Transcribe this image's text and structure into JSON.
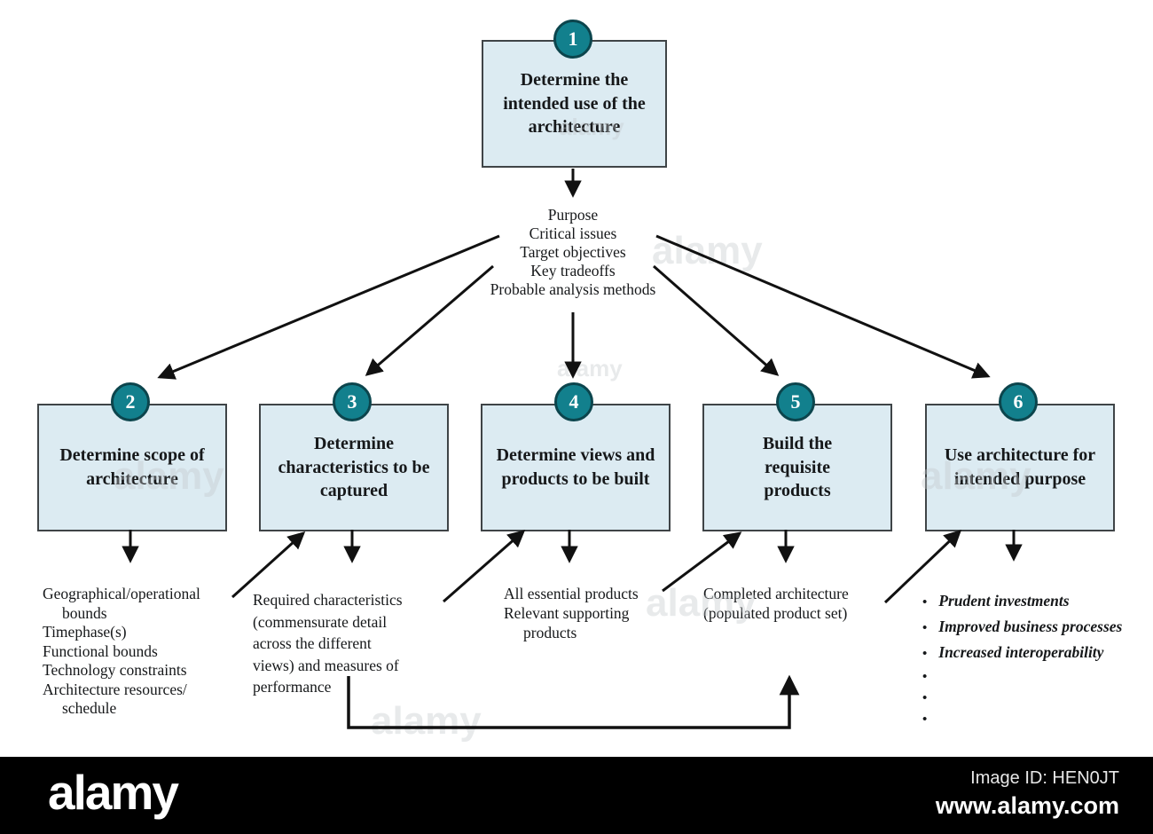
{
  "diagram": {
    "step1": {
      "number": "1",
      "title": "Determine the intended use of the architecture"
    },
    "center_list": {
      "lines": [
        "Purpose",
        "Critical issues",
        "Target objectives",
        "Key tradeoffs",
        "Probable analysis methods"
      ]
    },
    "steps": [
      {
        "number": "2",
        "title": "Determine scope of architecture"
      },
      {
        "number": "3",
        "title": "Determine characteristics to be captured"
      },
      {
        "number": "4",
        "title": "Determine views and products to be built"
      },
      {
        "number": "5",
        "title": "Build the requisite products"
      },
      {
        "number": "6",
        "title": "Use architecture for intended purpose"
      }
    ],
    "outputs": {
      "scope": {
        "lines": [
          "Geographical/operational",
          "bounds",
          "Timephase(s)",
          "Functional bounds",
          "Technology constraints",
          "Architecture resources/",
          "schedule"
        ]
      },
      "characteristics": {
        "lines": [
          "Required characteristics",
          "(commensurate detail",
          "across the different",
          "views) and measures of",
          "performance"
        ]
      },
      "views": {
        "lines": [
          "All essential products",
          "Relevant supporting",
          "products"
        ]
      },
      "build": {
        "lines": [
          "Completed architecture",
          "(populated product set)"
        ]
      },
      "use_bullets": {
        "bullet_char": "•",
        "items": [
          "Prudent investments",
          "Improved business processes",
          "Increased interoperability"
        ]
      }
    },
    "colors": {
      "box_fill": "#dcebf2",
      "box_border": "#3f4447",
      "circle_fill": "#12808d",
      "circle_border": "#0c454d",
      "arrow": "#111111",
      "text": "#16181a"
    }
  },
  "watermark": {
    "text": "alamy"
  },
  "footer": {
    "logo": "alamy",
    "image_id_label": "Image ID: HEN0JT",
    "website": "www.alamy.com"
  }
}
